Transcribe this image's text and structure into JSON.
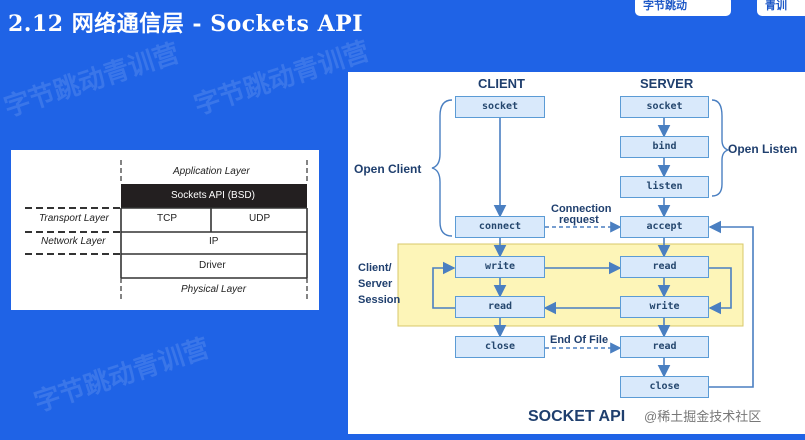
{
  "slide": {
    "title": "2.12 网络通信层 -  Sockets API",
    "watermark": "字节跳动青训营",
    "badge_left": "字节跳动",
    "badge_right": "青训"
  },
  "layer_stack": {
    "application": "Application Layer",
    "sockets": "Sockets API (BSD)",
    "transport_label": "Transport Layer",
    "tcp": "TCP",
    "udp": "UDP",
    "network_label": "Network Layer",
    "ip": "IP",
    "driver": "Driver",
    "physical": "Physical Layer",
    "colors": {
      "sockets_bg": "#231f20",
      "line": "#333333"
    }
  },
  "socket_api": {
    "client_header": "CLIENT",
    "server_header": "SERVER",
    "client": {
      "socket": "socket",
      "connect": "connect",
      "write": "write",
      "read": "read",
      "close": "close"
    },
    "server": {
      "socket": "socket",
      "bind": "bind",
      "listen": "listen",
      "accept": "accept",
      "read": "read",
      "write": "write",
      "read2": "read",
      "close": "close"
    },
    "open_client": "Open Client",
    "open_listen": "Open Listen",
    "session_label_1": "Client/",
    "session_label_2": "Server",
    "session_label_3": "Session",
    "connection_request_1": "Connection",
    "connection_request_2": "request",
    "end_of_file": "End Of File",
    "footer": "SOCKET API",
    "credit": "@稀土掘金技术社区",
    "colors": {
      "box_fill": "#d9e9fb",
      "box_border": "#5b9bd5",
      "session_fill": "#fdf5b8",
      "arrow": "#4a7fc1",
      "label": "#1f3f6e"
    }
  }
}
